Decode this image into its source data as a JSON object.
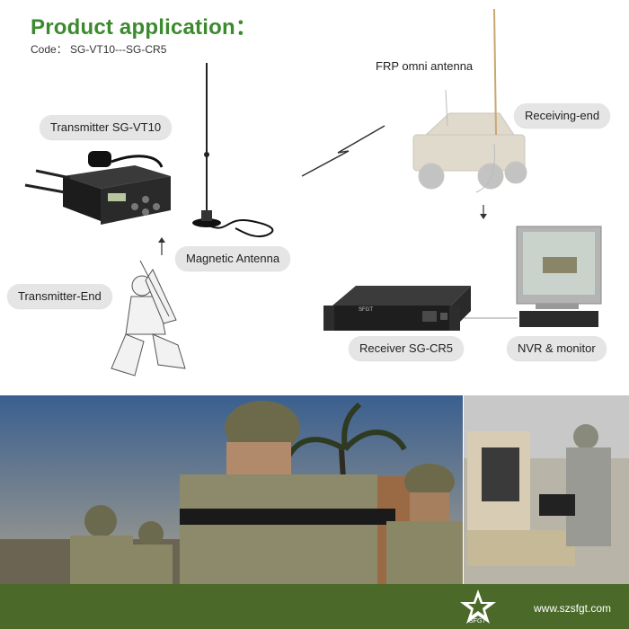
{
  "header": {
    "title": "Product application：",
    "code": "Code： SG-VT10---SG-CR5"
  },
  "labels": {
    "transmitter": "Transmitter SG-VT10",
    "magnetic_antenna": "Magnetic Antenna",
    "transmitter_end": "Transmitter-End",
    "frp_antenna": "FRP omni antenna",
    "receiving_end": "Receiving-end",
    "receiver": "Receiver SG-CR5",
    "nvr_monitor": "NVR & monitor"
  },
  "device": {
    "rack_badge": "SFGT"
  },
  "footer": {
    "logo_text": "SFGT",
    "url": "www.szsfgt.com"
  },
  "colors": {
    "title_green": "#3c8a2e",
    "footer_green": "#4b6a2a",
    "label_bg": "#e5e5e5"
  }
}
